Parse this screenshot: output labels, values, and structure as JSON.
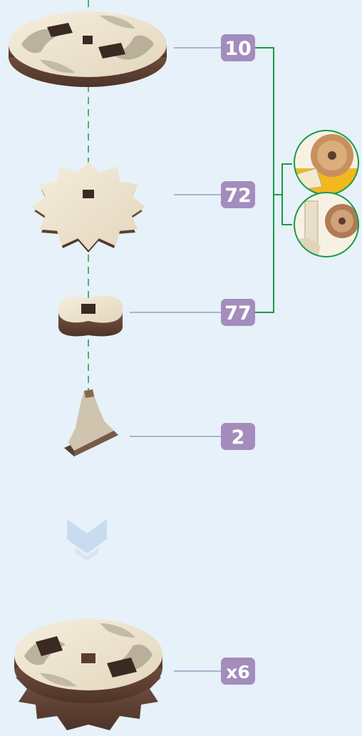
{
  "part_labels": {
    "top_disc": "10",
    "gear": "72",
    "spacer": "77",
    "wedge": "2"
  },
  "result_quantity": "x6",
  "colors": {
    "background": "#e6f1f9",
    "badge": "#a48cbd",
    "bracket": "#19994a",
    "leader_line": "#8fa3c0",
    "wood_light": "#efe6d3",
    "wood_dark": "#6b4a3a"
  },
  "icons": {
    "step_arrow": "chevron-down-icon",
    "detail_top": "gear-tooth-detail",
    "detail_bottom": "gear-axle-detail"
  }
}
